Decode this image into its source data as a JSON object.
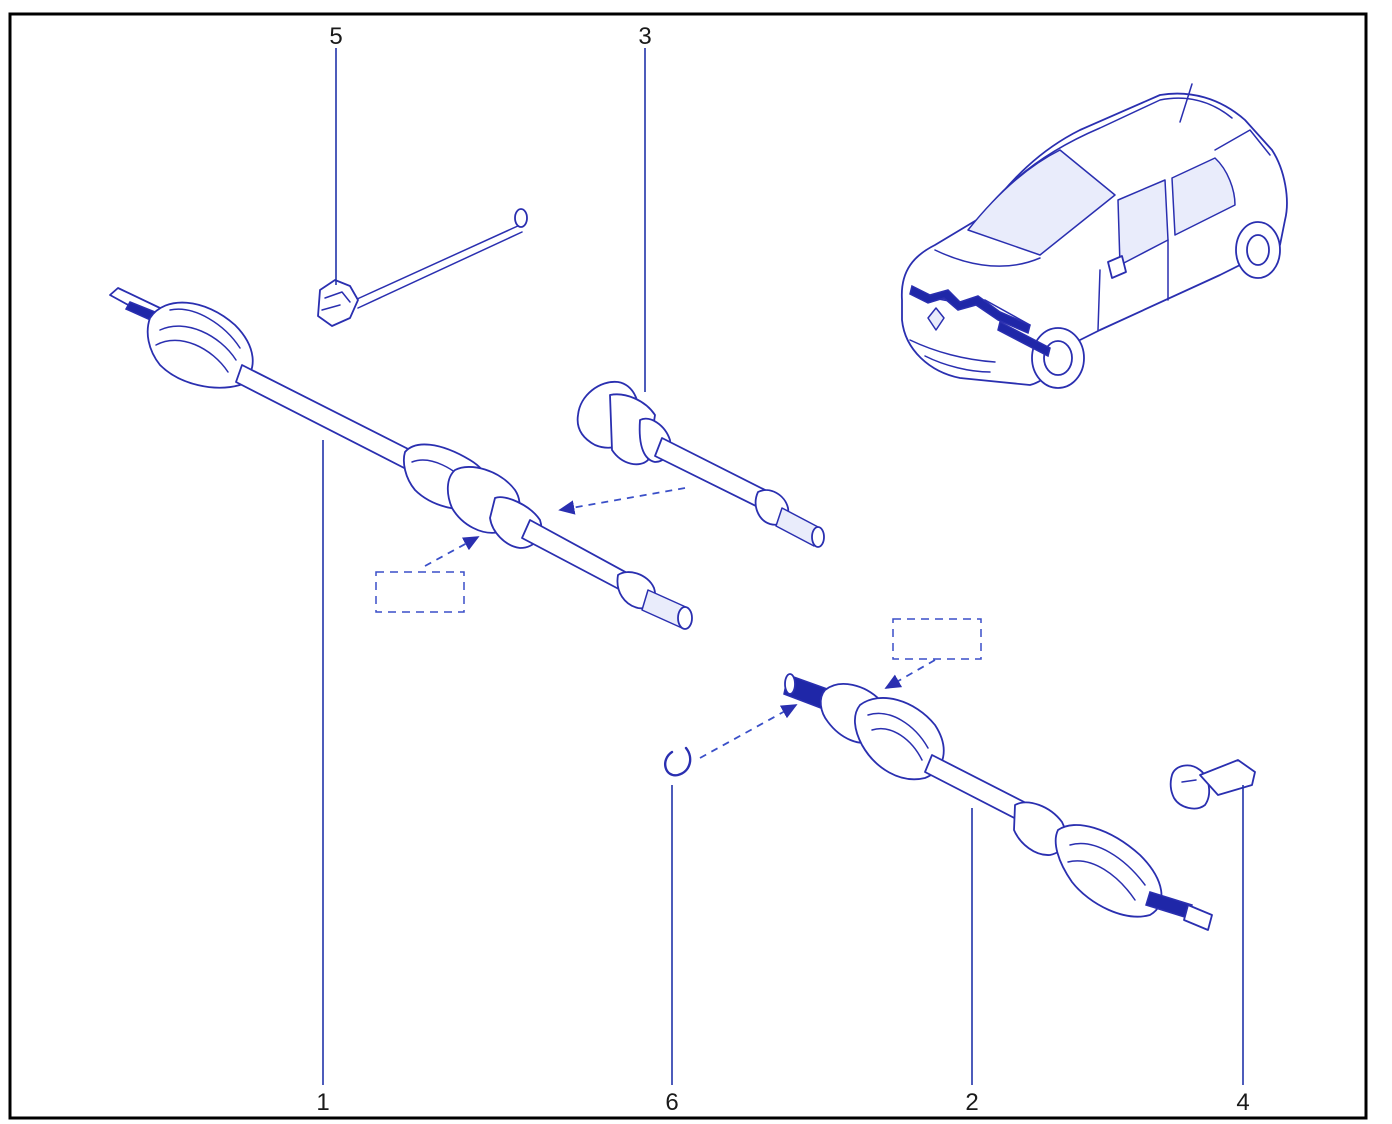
{
  "callouts": [
    {
      "number": "5",
      "part": "part-5"
    },
    {
      "number": "3",
      "part": "part-3"
    },
    {
      "number": "1",
      "part": "part-1"
    },
    {
      "number": "6",
      "part": "part-6"
    },
    {
      "number": "2",
      "part": "part-2"
    },
    {
      "number": "4",
      "part": "part-4"
    }
  ],
  "colors": {
    "line_art": "#2a2fb0",
    "frame": "#000000",
    "background": "#ffffff"
  }
}
